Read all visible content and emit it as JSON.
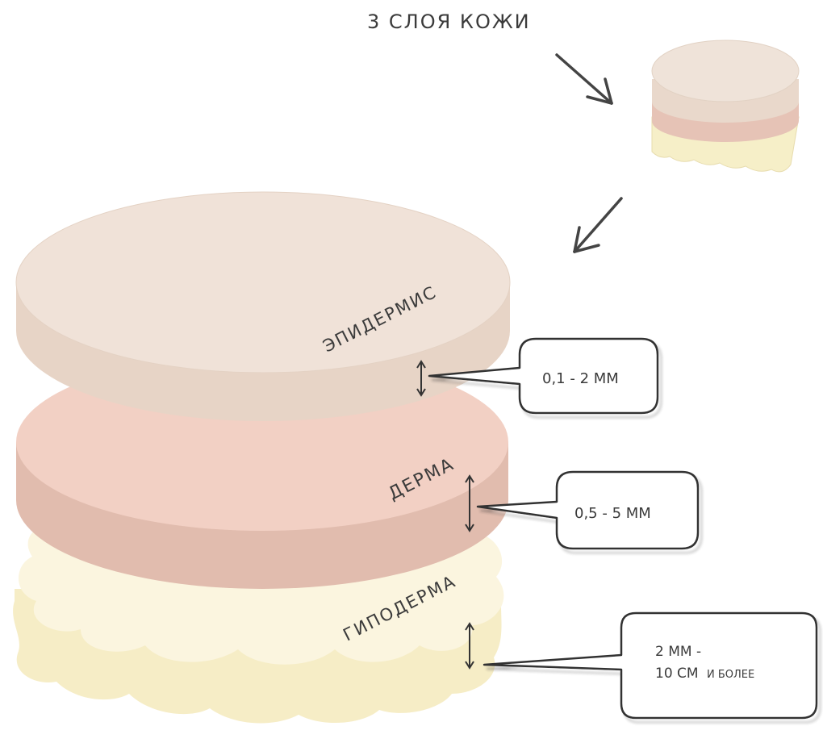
{
  "title": "3 СЛОЯ КОЖИ",
  "layers": [
    {
      "name": "ЭПИДЕРМИС",
      "thickness": "0,1 - 2 ММ"
    },
    {
      "name": "ДЕРМА",
      "thickness": "0,5 - 5 ММ"
    },
    {
      "name": "ГИПОДЕРМА",
      "thickness_line1": "2 ММ -",
      "thickness_line2": "10 СМ",
      "thickness_suffix": "И БОЛЕЕ"
    }
  ],
  "colors": {
    "epidermis_top": "#efe0d6",
    "epidermis_side": "#e6d3c5",
    "dermis_top": "#f1cfc4",
    "dermis_side": "#e2bdb0",
    "hypodermis_top": "#fbf4dc",
    "hypodermis_side": "#f5ecc4",
    "ink": "#3b3b3b"
  }
}
